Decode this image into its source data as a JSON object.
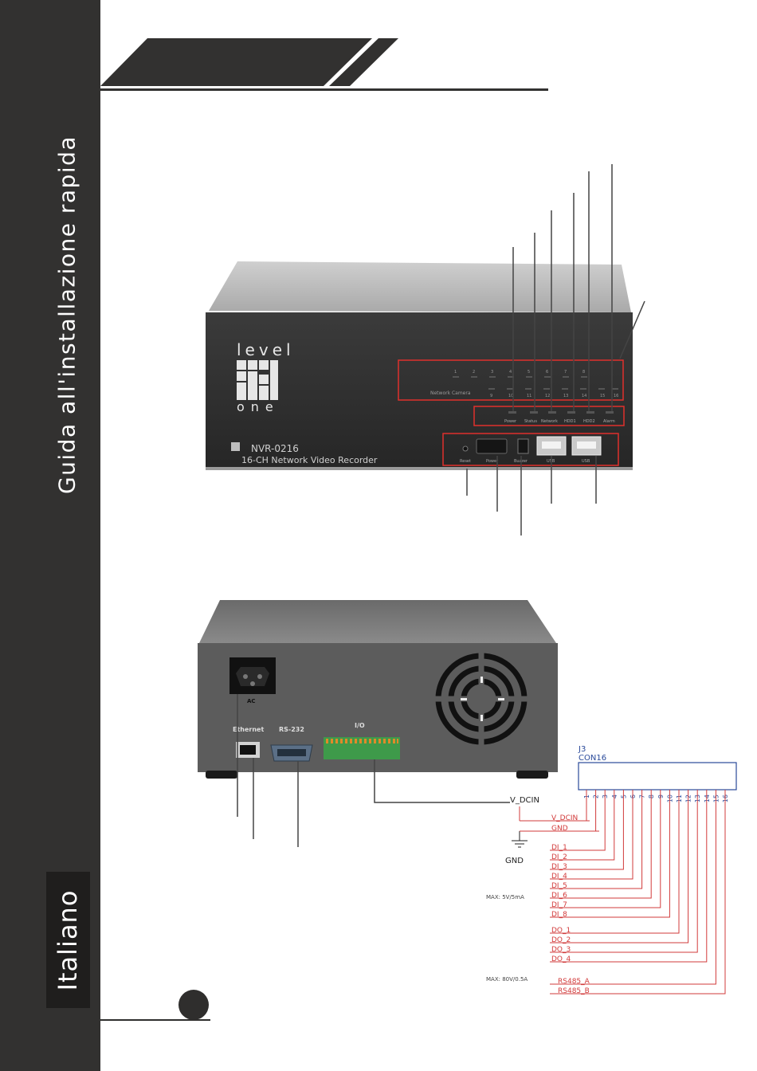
{
  "sidebar": {
    "title": "Guida all'installazione rapida",
    "language_tab": "Italiano"
  },
  "front_panel": {
    "logo_top": "level",
    "logo_bottom": "one",
    "model": "NVR-0216",
    "subtitle": "16-CH Network Video Recorder",
    "network_camera_label": "Network Camera",
    "channels_top": [
      "1",
      "2",
      "3",
      "4",
      "5",
      "6",
      "7",
      "8"
    ],
    "channels_bottom": [
      "9",
      "10",
      "11",
      "12",
      "13",
      "14",
      "15",
      "16"
    ],
    "status_leds": [
      "Power",
      "Status",
      "Network",
      "HDD1",
      "HDD2",
      "Alarm"
    ],
    "buttons": [
      "Reset",
      "Power",
      "Buzzer",
      "USB",
      "USB"
    ]
  },
  "rear_panel": {
    "ac_label": "AC",
    "ethernet_label": "Ethernet",
    "rs232_label": "RS-232",
    "io_label": "I/O"
  },
  "schematic": {
    "ref": "J3",
    "part": "CON16",
    "pins": [
      "1",
      "2",
      "3",
      "4",
      "5",
      "6",
      "7",
      "8",
      "9",
      "10",
      "11",
      "12",
      "13",
      "14",
      "15",
      "16"
    ],
    "v_dcin": "V_DCIN",
    "gnd": "GND",
    "signals": [
      "V_DCIN",
      "GND",
      "DI_1",
      "DI_2",
      "DI_3",
      "DI_4",
      "DI_5",
      "DI_6",
      "DI_7",
      "DI_8",
      "DO_1",
      "DO_2",
      "DO_3",
      "DO_4",
      "RS485_A",
      "RS485_B"
    ],
    "max_di": "MAX: 5V/5mA",
    "max_do": "MAX: 80V/0.5A"
  },
  "colors": {
    "sidebar": "#323130",
    "schematic_red": "#d23b3b",
    "led_red": "#e0302c",
    "terminal_green": "#3e9a4a"
  }
}
